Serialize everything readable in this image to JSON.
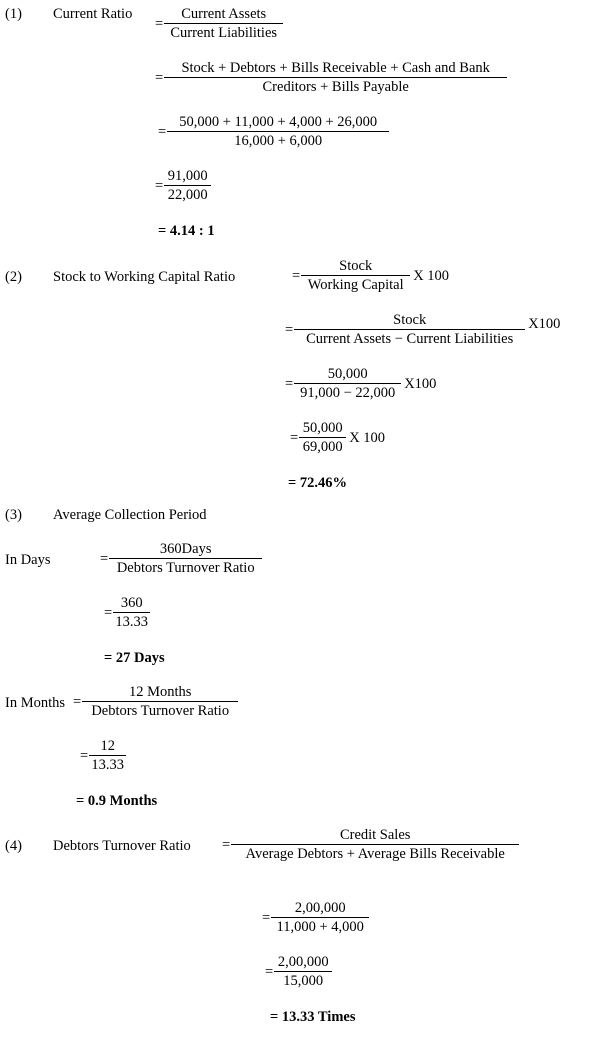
{
  "s1": {
    "num": "(1)",
    "title": "Current Ratio",
    "steps": [
      {
        "n": "Current Assets",
        "d": "Current Liabilities"
      },
      {
        "n": "Stock + Debtors + Bills Receivable + Cash and Bank",
        "d": "Creditors + Bills Payable"
      },
      {
        "n": "50,000 + 11,000 + 4,000 + 26,000",
        "d": "16,000 + 6,000"
      },
      {
        "n": "91,000",
        "d": "22,000"
      }
    ],
    "result": "= 4.14 : 1"
  },
  "s2": {
    "num": "(2)",
    "title": "Stock to Working Capital Ratio",
    "steps": [
      {
        "n": "Stock",
        "d": "Working Capital",
        "s": "X 100"
      },
      {
        "n": "Stock",
        "d": "Current Assets − Current Liabilities",
        "s": "X100"
      },
      {
        "n": "50,000",
        "d": "91,000 − 22,000",
        "s": "X100"
      },
      {
        "n": "50,000",
        "d": "69,000",
        "s": "X 100"
      }
    ],
    "result": "= 72.46%"
  },
  "s3": {
    "num": "(3)",
    "title": "Average Collection Period",
    "days_label": "In Days",
    "days_steps": [
      {
        "n": "360Days",
        "d": "Debtors Turnover Ratio"
      },
      {
        "n": "360",
        "d": "13.33"
      }
    ],
    "days_result": "= 27 Days",
    "months_label": "In Months",
    "months_steps": [
      {
        "n": "12 Months",
        "d": "Debtors Turnover Ratio"
      },
      {
        "n": "12",
        "d": "13.33"
      }
    ],
    "months_result": "= 0.9 Months"
  },
  "s4": {
    "num": "(4)",
    "title": "Debtors Turnover Ratio",
    "steps": [
      {
        "n": "Credit Sales",
        "d": "Average Debtors + Average Bills Receivable"
      },
      {
        "n": "2,00,000",
        "d": "11,000 + 4,000"
      },
      {
        "n": "2,00,000",
        "d": "15,000"
      }
    ],
    "result": "= 13.33 Times"
  },
  "eq_sign": "="
}
